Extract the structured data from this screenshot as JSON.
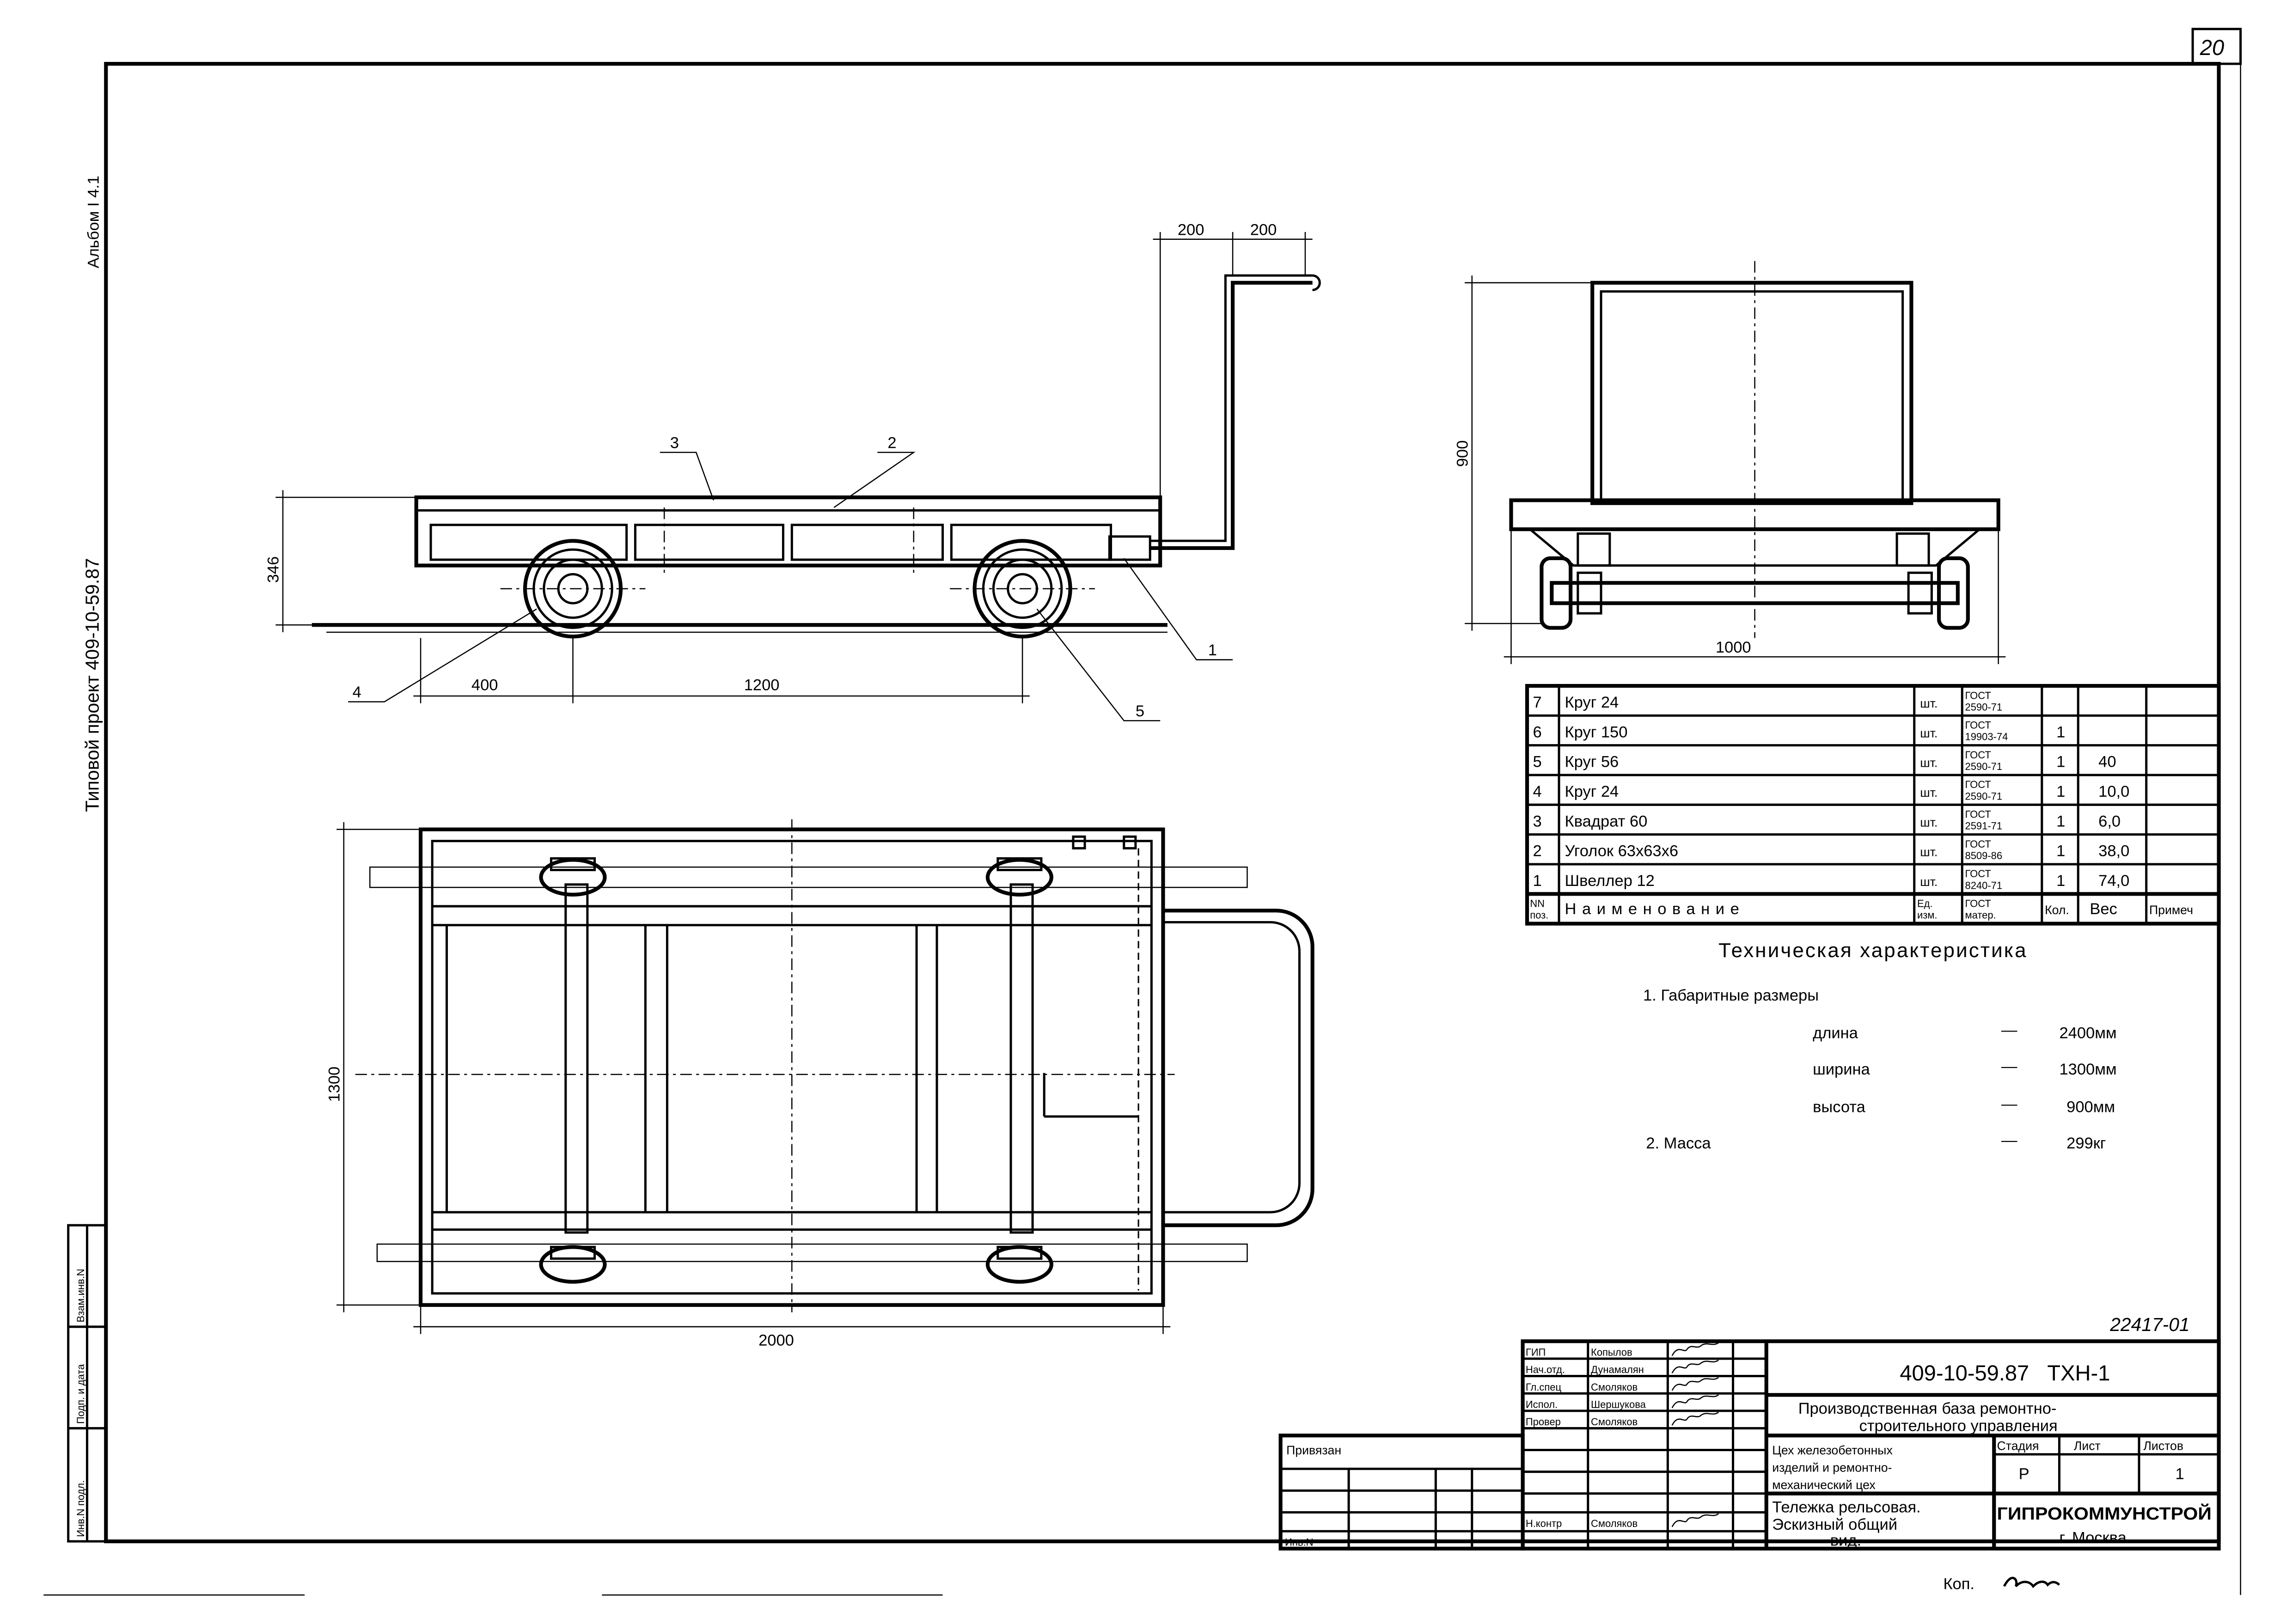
{
  "sheet": {
    "sheet_number": "20",
    "album": "Альбом I 4.1",
    "project": "Типовой   проект  409-10-59.87",
    "archive_number": "22417-01",
    "copy_note": "Коп.",
    "margin_stamp": [
      "Инв.N подл.",
      "Подп. и дата",
      "Взам.инв.N"
    ]
  },
  "side_view": {
    "dims": [
      "200",
      "200",
      "346",
      "400",
      "1200"
    ],
    "callouts": [
      "1",
      "2",
      "3",
      "4",
      "5"
    ]
  },
  "end_view": {
    "dims": [
      "900",
      "1000"
    ]
  },
  "plan_view": {
    "dims": [
      "1300",
      "2000"
    ]
  },
  "spec_table": {
    "headers": {
      "pos": "NN поз.",
      "name": "Наименование",
      "unit": "Ед. изм.",
      "gost": "ГОСТ матер.",
      "qty": "Кол.",
      "weight": "Вес",
      "note": "Примеч"
    },
    "rows": [
      {
        "pos": "7",
        "name": "Круг 24",
        "unit": "шт.",
        "gost": "ГОСТ 2590-71",
        "qty": "",
        "weight": ""
      },
      {
        "pos": "6",
        "name": "Круг 150",
        "unit": "шт.",
        "gost": "ГОСТ 19903-74",
        "qty": "1",
        "weight": ""
      },
      {
        "pos": "5",
        "name": "Круг 56",
        "unit": "шт.",
        "gost": "ГОСТ 2590-71",
        "qty": "1",
        "weight": "40"
      },
      {
        "pos": "4",
        "name": "Круг 24",
        "unit": "шт.",
        "gost": "ГОСТ 2590-71",
        "qty": "1",
        "weight": "10,0"
      },
      {
        "pos": "3",
        "name": "Квадрат 60",
        "unit": "шт.",
        "gost": "ГОСТ 2591-71",
        "qty": "1",
        "weight": "6,0"
      },
      {
        "pos": "2",
        "name": "Уголок 63х63х6",
        "unit": "шт.",
        "gost": "ГОСТ 8509-86",
        "qty": "1",
        "weight": "38,0"
      },
      {
        "pos": "1",
        "name": "Швеллер 12",
        "unit": "шт.",
        "gost": "ГОСТ 8240-71",
        "qty": "1",
        "weight": "74,0"
      }
    ]
  },
  "tech": {
    "title": "Техническая характеристика",
    "section1": "1. Габаритные размеры",
    "items": [
      {
        "label": "длина",
        "dash": "—",
        "value": "2400мм"
      },
      {
        "label": "ширина",
        "dash": "—",
        "value": "1300мм"
      },
      {
        "label": "высота",
        "dash": "—",
        "value": "900мм"
      }
    ],
    "section2": "2. Масса",
    "mass_dash": "—",
    "mass": "299кг"
  },
  "title_block": {
    "staff": [
      {
        "role": "ГИП",
        "name": "Копылов"
      },
      {
        "role": "Нач.отд.",
        "name": "Дунамалян"
      },
      {
        "role": "Гл.спец",
        "name": "Смоляков"
      },
      {
        "role": "Испол.",
        "name": "Шершукова"
      },
      {
        "role": "Провер",
        "name": "Смоляков"
      }
    ],
    "nkontr_role": "Н.контр",
    "nkontr_name": "Смоляков",
    "doc_code": "409-10-59.87   ТХН-1",
    "org_project_1": "Производственная база ремонтно-",
    "org_project_2": "строительного управления",
    "shop_1": "Цех железобетонных",
    "shop_2": "изделий и ремонтно-",
    "shop_3": "механический цех",
    "drawing_1": "Тележка рельсовая.",
    "drawing_2": "Эскизный общий",
    "drawing_3": "вид.",
    "stage_label": "Стадия",
    "sheet_label": "Лист",
    "sheets_label": "Листов",
    "stage": "Р",
    "sheet": "",
    "sheets": "1",
    "company": "ГИПРОКОММУНСТРОЙ",
    "city": "г. Москва",
    "privyazan": "Привязан",
    "inv_no": "Инв.N"
  }
}
